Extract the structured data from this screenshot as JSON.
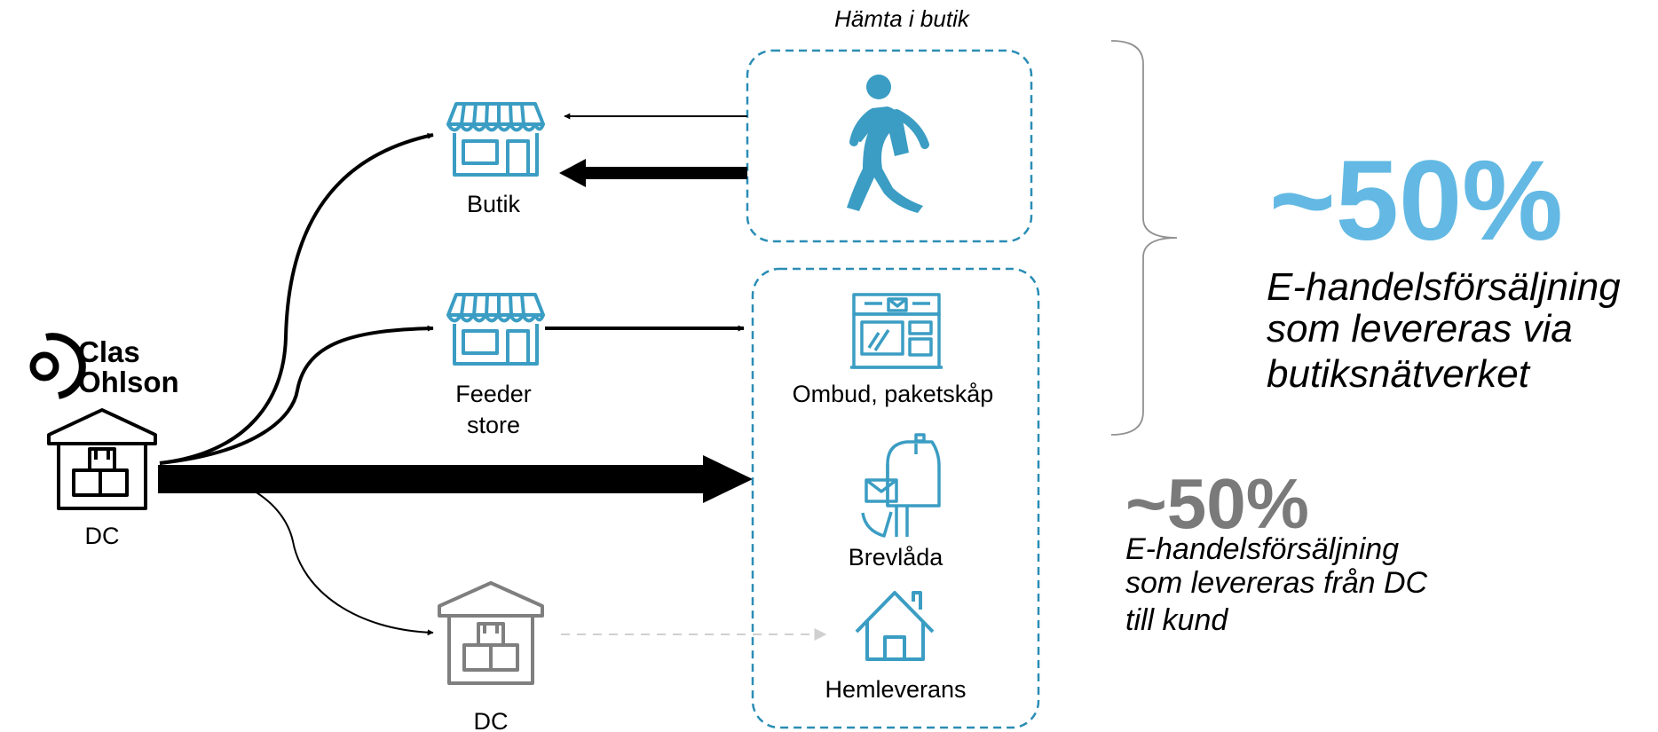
{
  "brand": {
    "logo_line1": "Clas",
    "logo_line2": "Ohlson"
  },
  "nodes": {
    "dc_main": "DC",
    "butik": "Butik",
    "feeder_line1": "Feeder",
    "feeder_line2": "store",
    "dc_secondary": "DC"
  },
  "pickup": {
    "heading": "Hämta i butik"
  },
  "destinations": {
    "ombud": "Ombud, paketskåp",
    "brevlada": "Brevlåda",
    "hemleverans": "Hemleverans"
  },
  "stats": {
    "store_network": {
      "percent": "~50%",
      "desc_line1": "E-handelsförsäljning",
      "desc_line2": "som levereras via",
      "desc_line3": "butiksnätverket"
    },
    "from_dc": {
      "percent": "~50%",
      "desc_line1": "E-handelsförsäljning",
      "desc_line2": "som levereras från DC",
      "desc_line3": "till kund"
    }
  },
  "colors": {
    "icon_blue": "#3b9dc3",
    "percent_blue": "#63b9e3",
    "percent_grey": "#7a7a7a",
    "dashed_border": "#2a8db5",
    "grey_icon": "#7f7f7f",
    "brace": "#909090"
  },
  "icons": {
    "warehouse": "warehouse-icon",
    "store": "store-icon",
    "walker": "walking-person-icon",
    "parcel_locker": "parcel-locker-icon",
    "mailbox": "mailbox-icon",
    "house": "house-icon",
    "logo": "clas-ohlson-logo"
  }
}
